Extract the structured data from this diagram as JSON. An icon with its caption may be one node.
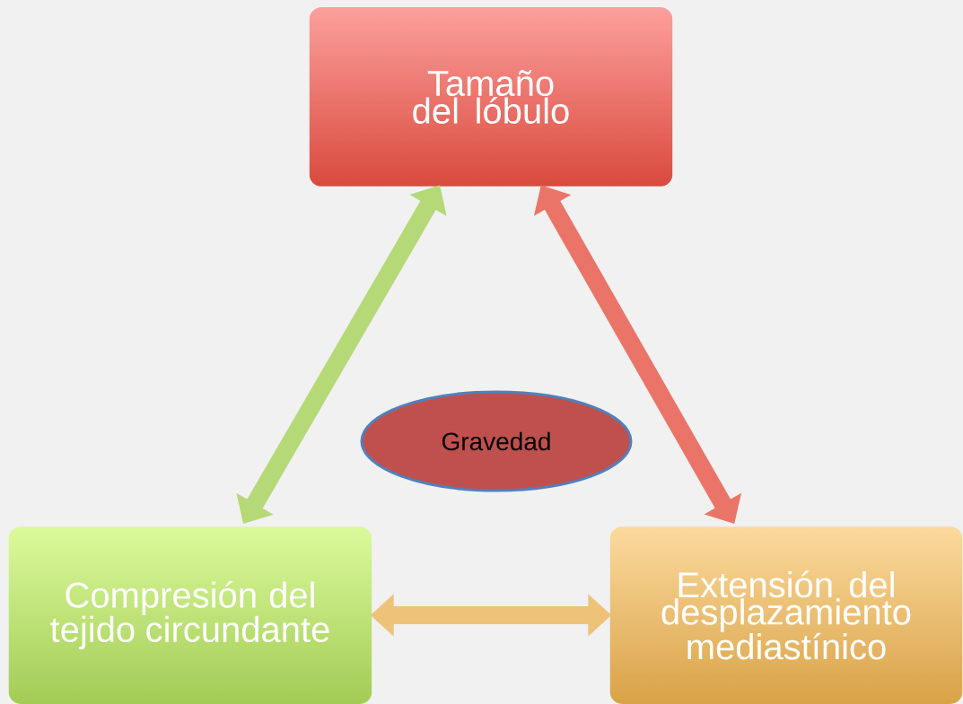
{
  "diagram": {
    "nodes": [
      {
        "text": [
          "Tamaño del lóbulo"
        ]
      },
      {
        "text": [
          "Gravedad"
        ]
      },
      {
        "text": [
          "Compresión del tejido circundante"
        ]
      },
      {
        "text": [
          "Extensión del desplazamiento mediastínico"
        ]
      }
    ],
    "edges": [
      {
        "from": 2,
        "to": 0,
        "arrow": "both",
        "color": "#b5d977"
      },
      {
        "from": 0,
        "to": 3,
        "arrow": "both",
        "color": "#ea7468"
      },
      {
        "from": 2,
        "to": 3,
        "arrow": "both",
        "color": "#efc27a"
      }
    ]
  }
}
